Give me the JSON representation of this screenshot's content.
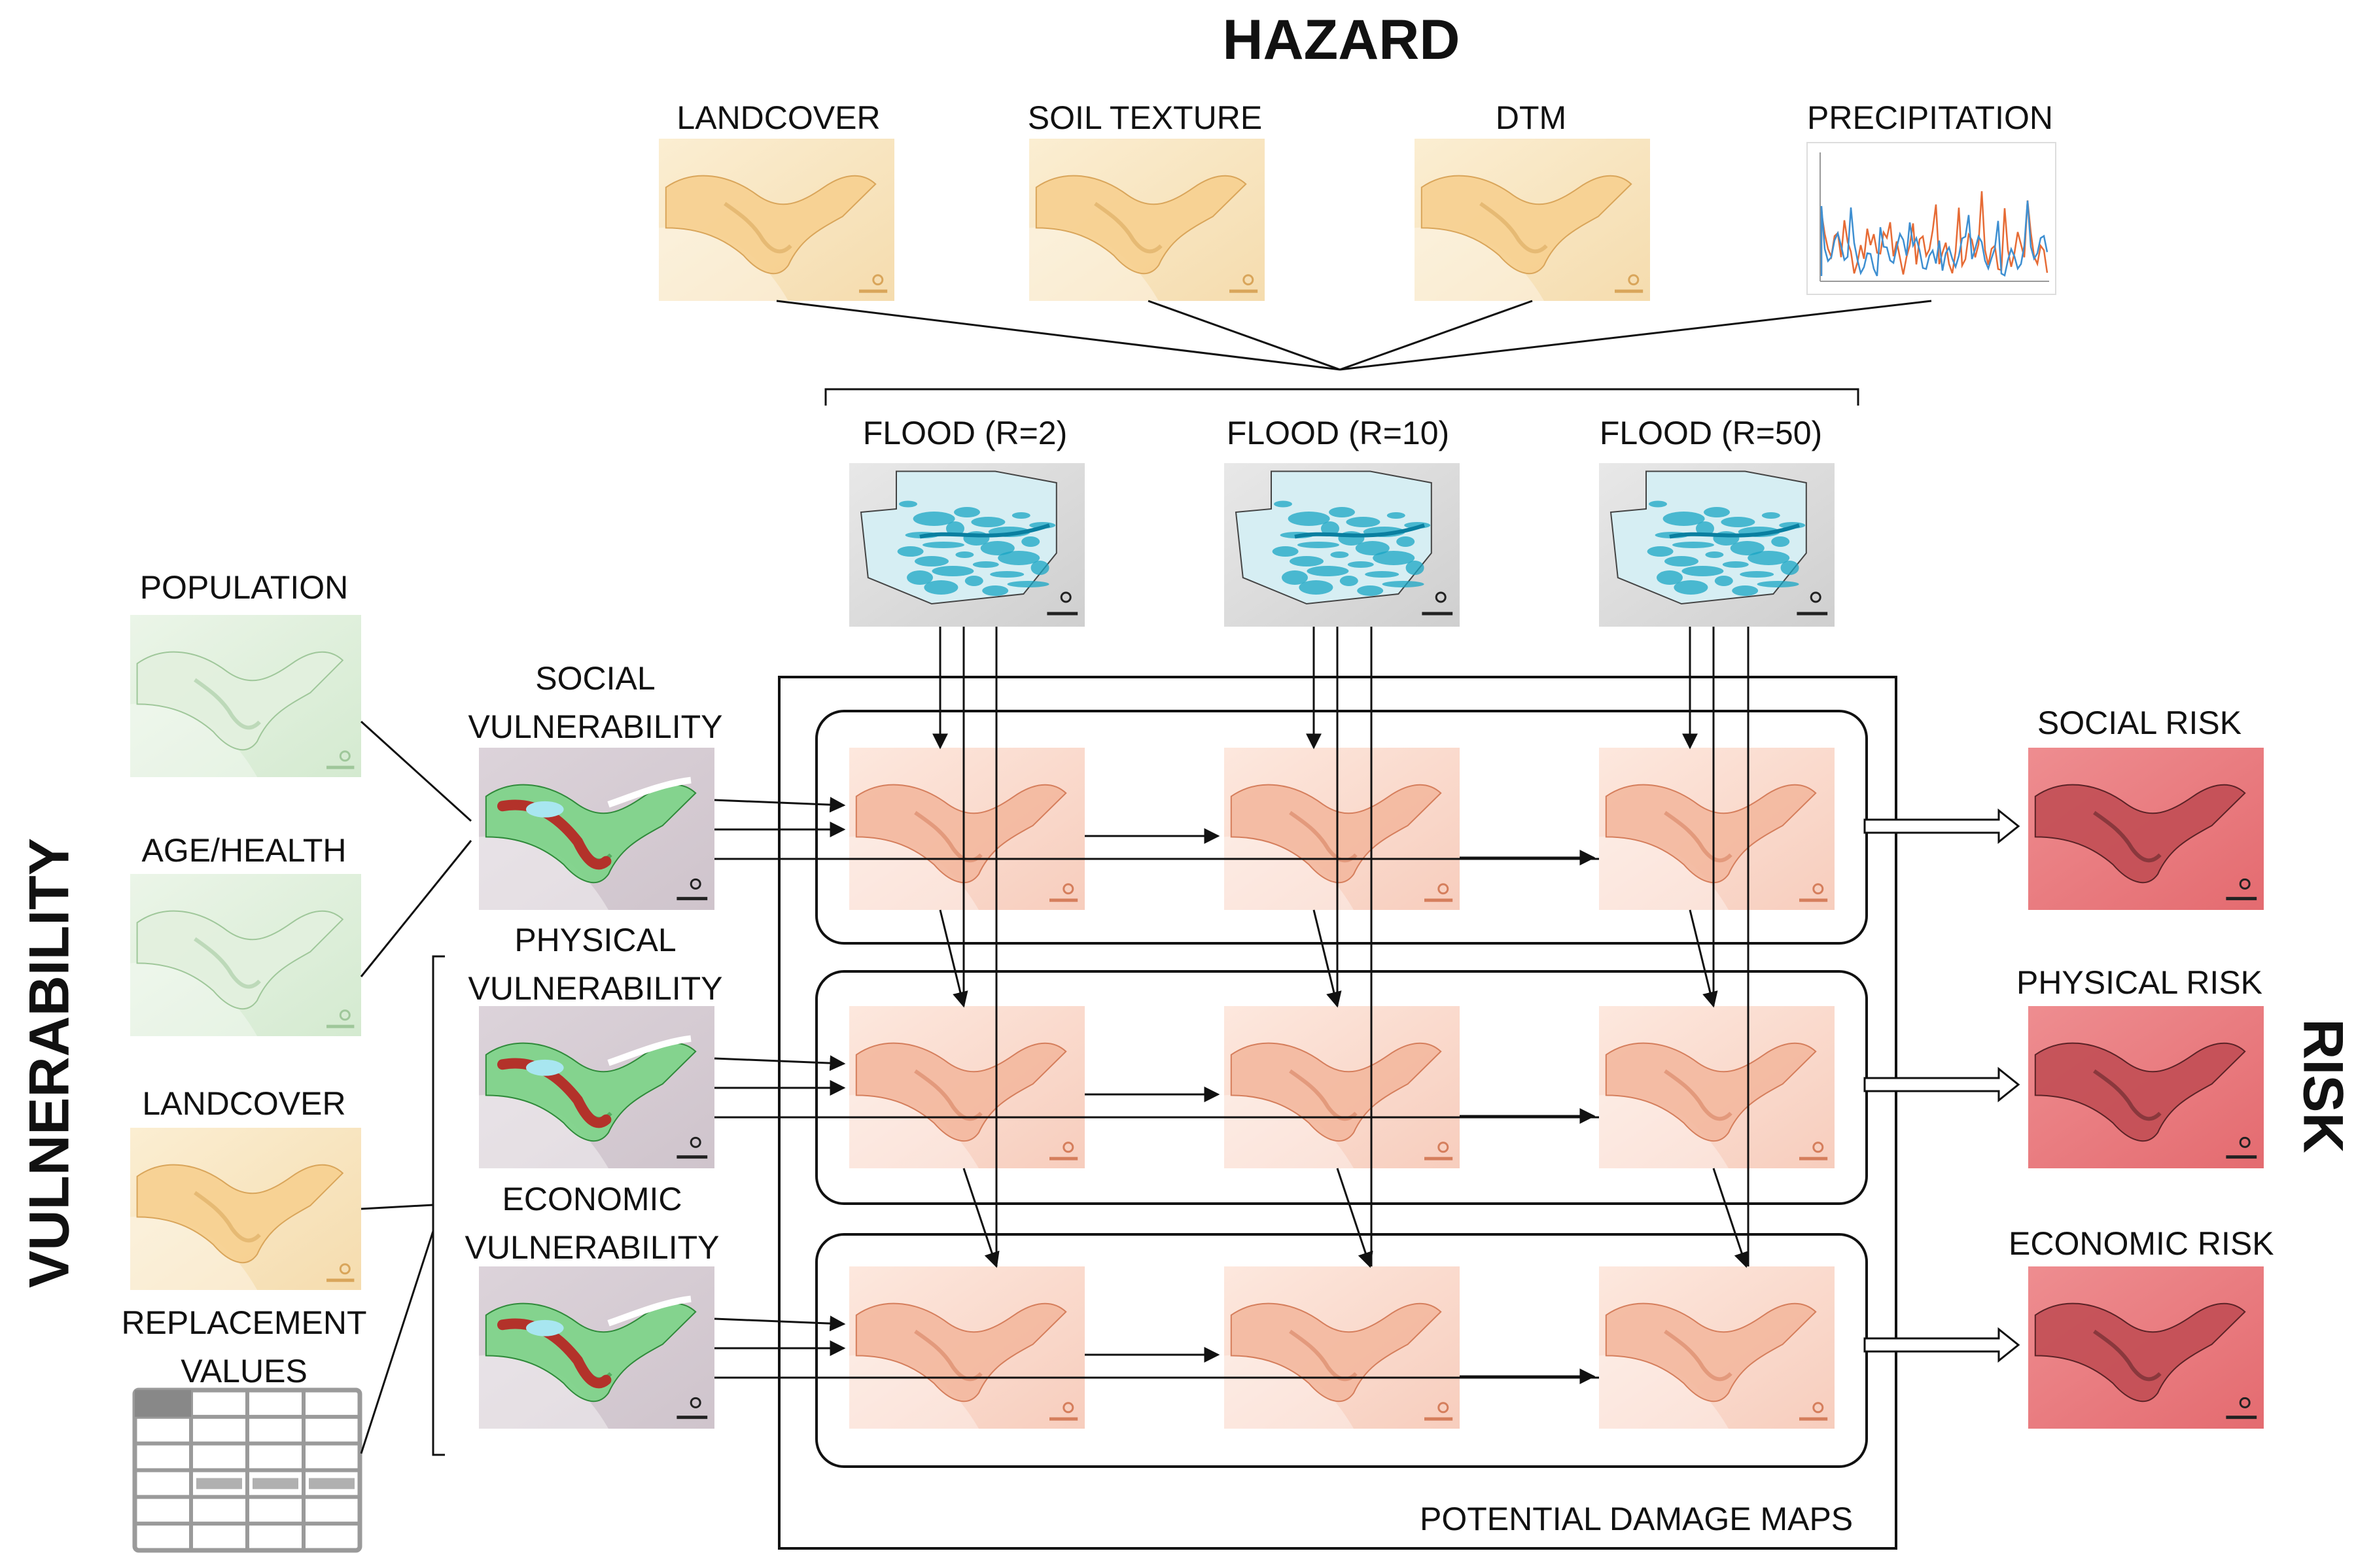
{
  "labels": {
    "hazard": "HAZARD",
    "vulnerability": "VULNERABILITY",
    "risk": "RISK",
    "landcover_top": "LANDCOVER",
    "soil_texture": "SOIL TEXTURE",
    "dtm": "DTM",
    "precipitation": "PRECIPITATION",
    "flood_r2": "FLOOD (R=2)",
    "flood_r10": "FLOOD (R=10)",
    "flood_r50": "FLOOD (R=50)",
    "population": "POPULATION",
    "age_health": "AGE/HEALTH",
    "landcover_left": "LANDCOVER",
    "replacement_values_1": "REPLACEMENT",
    "replacement_values_2": "VALUES",
    "social_vuln_1": "SOCIAL",
    "social_vuln_2": "VULNERABILITY",
    "physical_vuln_1": "PHYSICAL",
    "physical_vuln_2": "VULNERABILITY",
    "economic_vuln_1": "ECONOMIC",
    "economic_vuln_2": "VULNERABILITY",
    "social_risk": "SOCIAL RISK",
    "physical_risk": "PHYSICAL RISK",
    "economic_risk": "ECONOMIC RISK",
    "potential_damage_maps": "POTENTIAL DAMAGE MAPS"
  },
  "colors": {
    "hazard_map": "#f7e3bd",
    "population_map": "#dff0dc",
    "vuln_map_bg": "#d9cfd6",
    "damage_map": "#f9d9cc",
    "risk_map": "#e9787c",
    "flood_map": "#1aa6c4",
    "lines": "#111111"
  },
  "icons": {
    "replacement_values": "table-icon",
    "flood_map": "flood-map-icon",
    "precipitation": "line-chart-icon"
  }
}
